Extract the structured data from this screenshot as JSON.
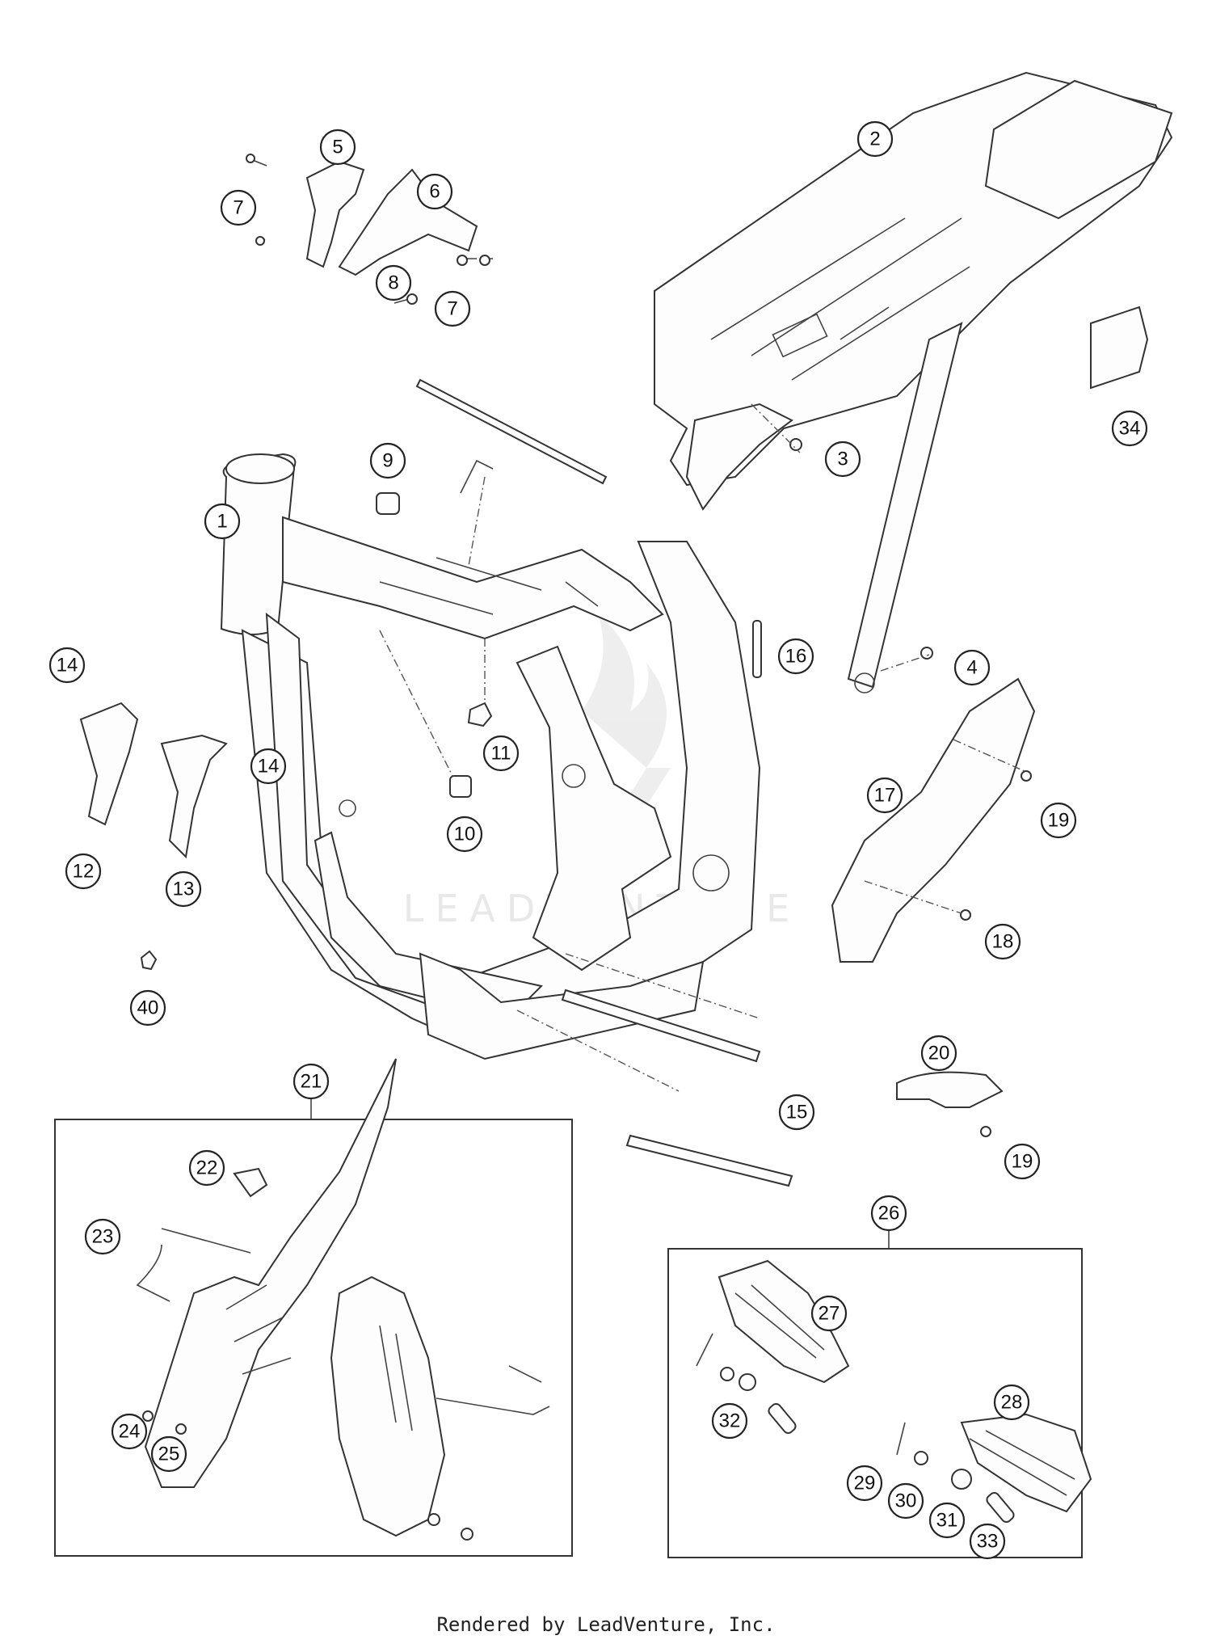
{
  "footer": {
    "credit": "Rendered by LeadVenture, Inc."
  },
  "watermark": {
    "text": "LEADVENTURE"
  },
  "callouts": [
    "1",
    "2",
    "3",
    "4",
    "5",
    "6",
    "7",
    "7",
    "8",
    "9",
    "10",
    "11",
    "12",
    "13",
    "14",
    "14",
    "15",
    "16",
    "17",
    "18",
    "19",
    "19",
    "20",
    "21",
    "22",
    "23",
    "24",
    "25",
    "26",
    "27",
    "28",
    "29",
    "30",
    "31",
    "32",
    "33",
    "34",
    "40"
  ]
}
